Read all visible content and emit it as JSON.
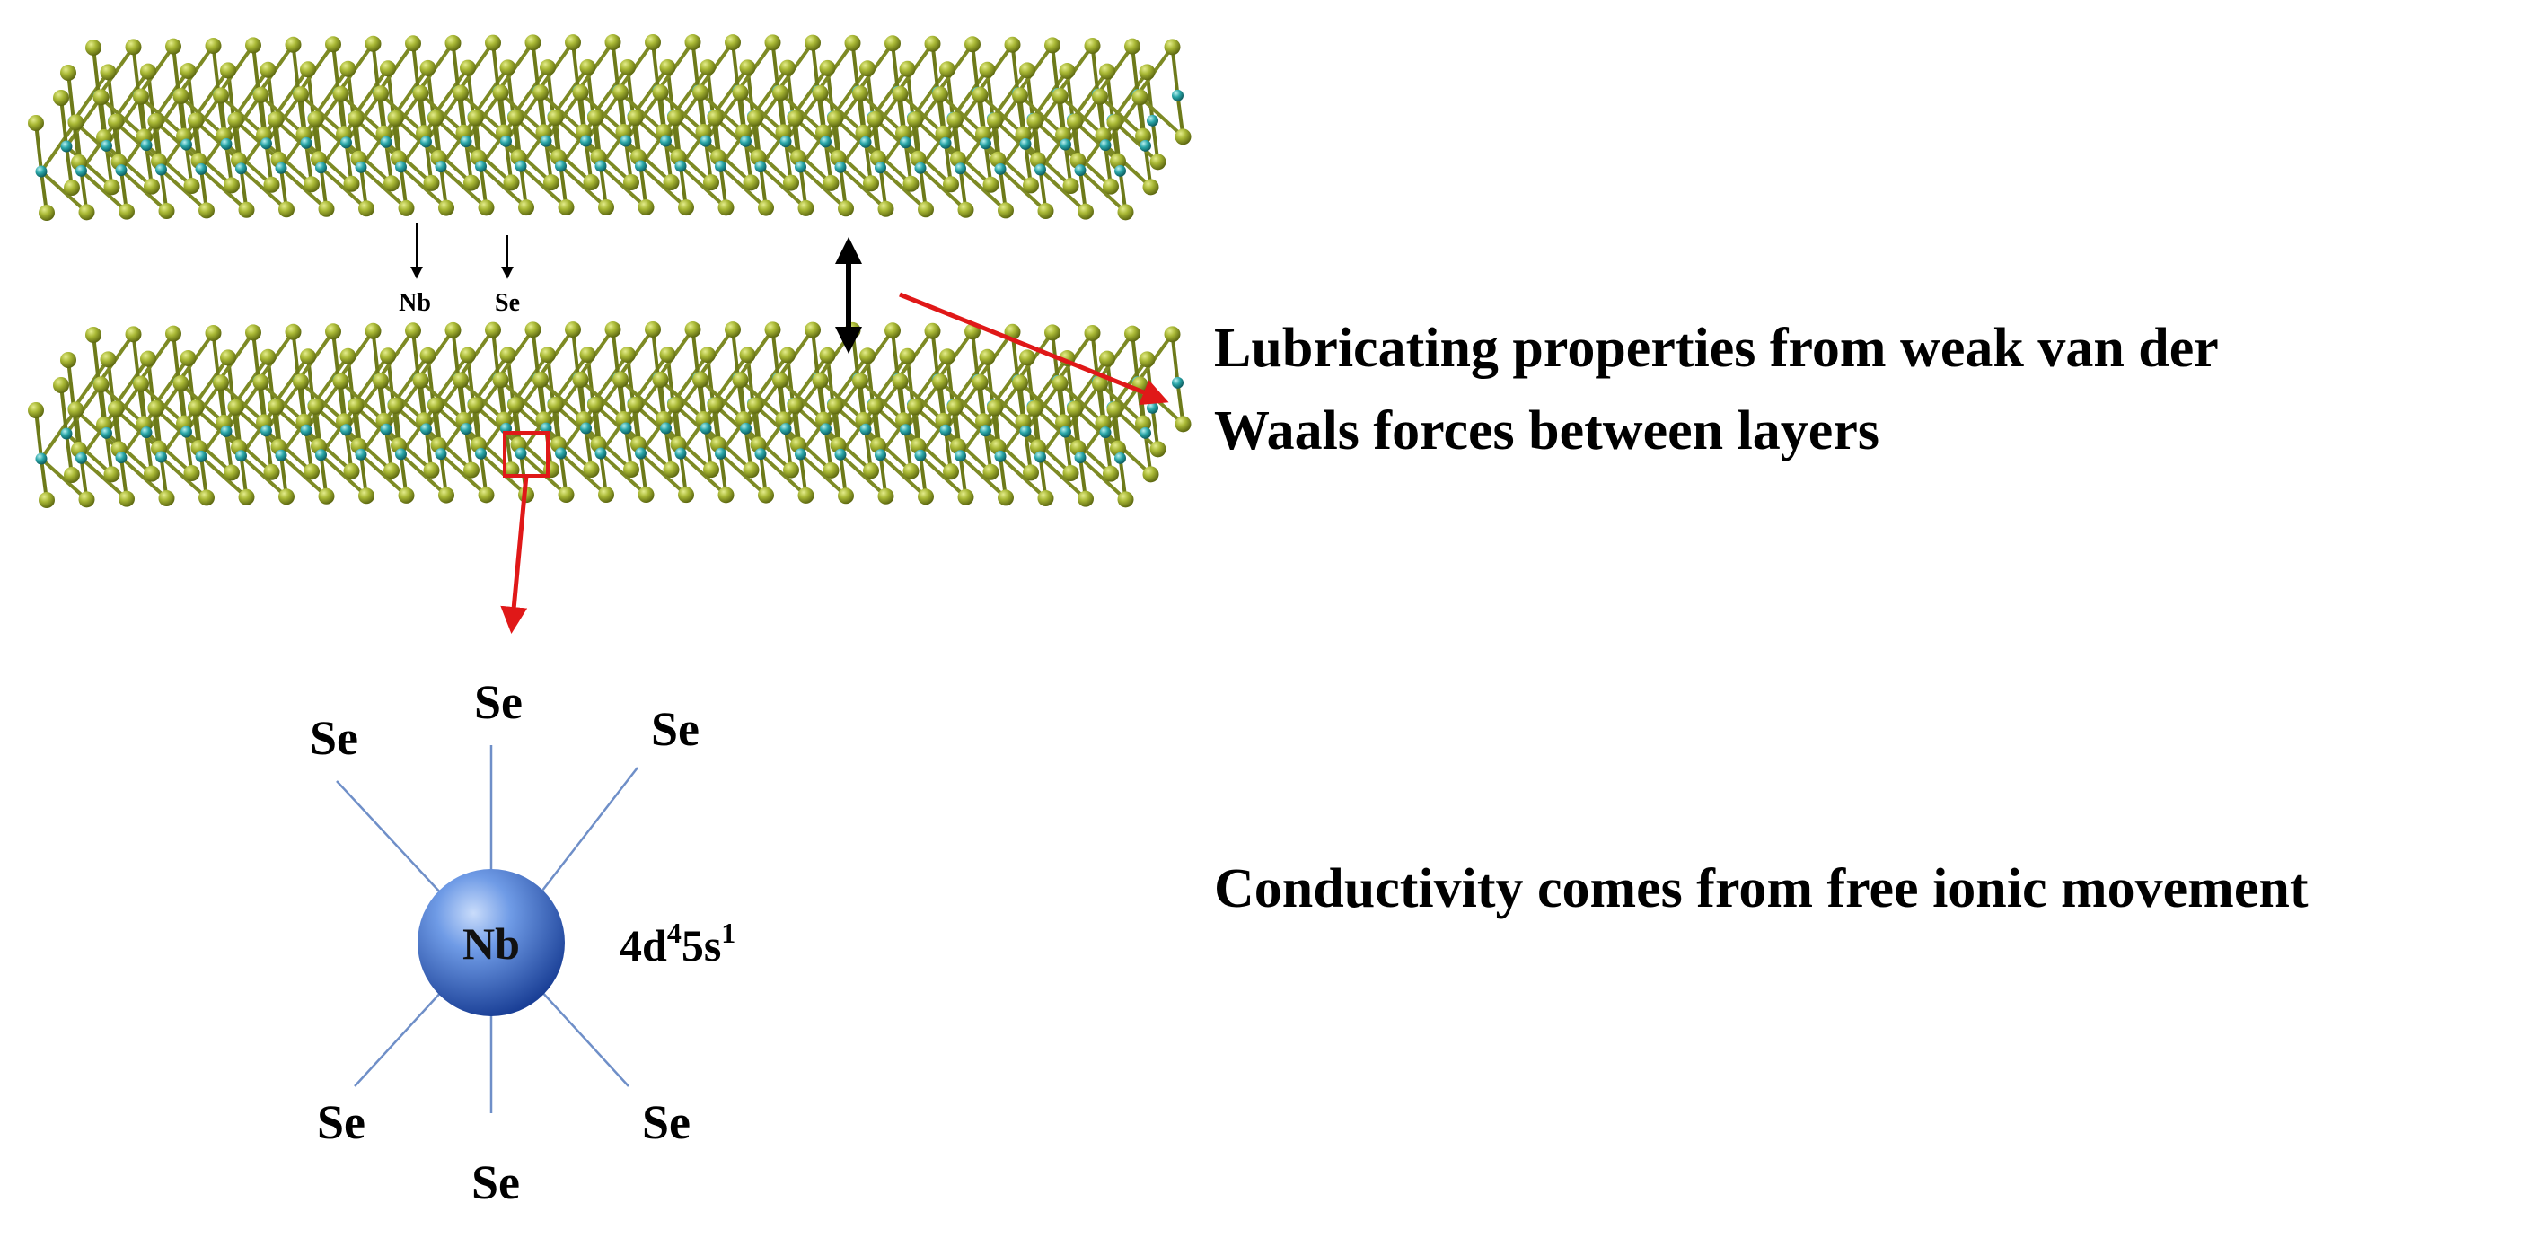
{
  "colors": {
    "se_atom": "#9aa82e",
    "se_atom_dark": "#5f6a12",
    "nb_atom": "#2aa6a8",
    "bond": "#6d7a1a",
    "arrow_red": "#e01818",
    "arrow_black": "#000000",
    "nb_sphere_light": "#8fb4f0",
    "nb_sphere_dark": "#1f4aa8",
    "bond_line": "#6f8fc8"
  },
  "labels": {
    "nb_pointer": "Nb",
    "se_pointer": "Se",
    "lubricating_line1": "Lubricating properties from weak van der",
    "lubricating_line2": "Waals forces between layers",
    "conductivity": "Conductivity comes from free ionic movement",
    "center_atom": "Nb",
    "config_main": "4d",
    "config_sup1": "4",
    "config_mid": "5s",
    "config_sup2": "1",
    "se_top": "Se",
    "se_upper_left": "Se",
    "se_upper_right": "Se",
    "se_lower_left": "Se",
    "se_lower_right": "Se",
    "se_bottom": "Se"
  },
  "icons": {
    "layer_arrow": "double-headed-arrow-icon",
    "zoom_box": "selection-square-icon"
  }
}
